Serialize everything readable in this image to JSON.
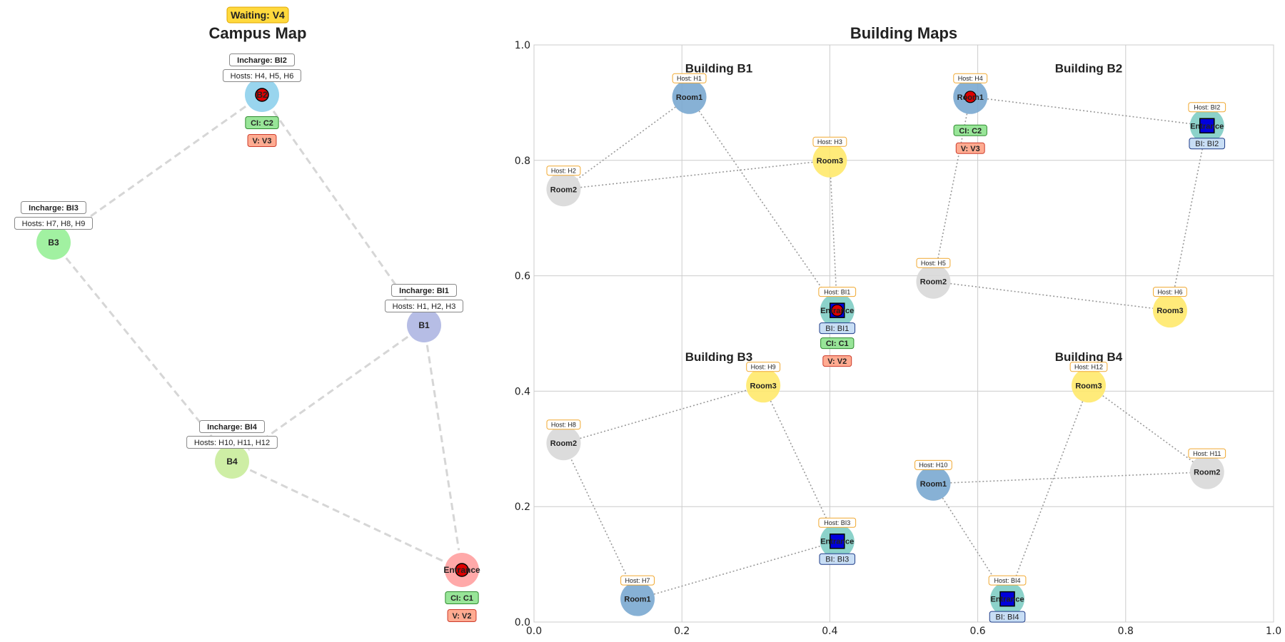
{
  "campus": {
    "title": "Campus Map",
    "waiting_badge": "Waiting: V4",
    "colors": {
      "edge": "#d6d6d6",
      "incharge_border": "#555555",
      "ci_fill": "#98e598",
      "ci_border": "#2e8b2e",
      "v_fill": "#ffab91",
      "v_border": "#cc3b2b",
      "waiting_fill": "#ffd93d",
      "waiting_border": "#e0a800"
    },
    "nodes": [
      {
        "id": "B2",
        "label": "B2",
        "color": "#87ceeb",
        "incharge": "Incharge: BI2",
        "hosts": "Hosts: H4, H5, H6",
        "ci": "CI: C2",
        "v": "V: V3",
        "marker": "red-dot"
      },
      {
        "id": "B3",
        "label": "B3",
        "color": "#90ee90",
        "incharge": "Incharge: BI3",
        "hosts": "Hosts: H7, H8, H9"
      },
      {
        "id": "B1",
        "label": "B1",
        "color": "#a9b1e0",
        "incharge": "Incharge: BI1",
        "hosts": "Hosts: H1, H2, H3"
      },
      {
        "id": "B4",
        "label": "B4",
        "color": "#c5eb95",
        "incharge": "Incharge: BI4",
        "hosts": "Hosts: H10, H11, H12"
      },
      {
        "id": "Entrance",
        "label": "Entrance",
        "color": "#ff9a9a",
        "ci": "CI: C1",
        "v": "V: V2",
        "marker": "red-dot"
      }
    ],
    "edges": [
      [
        "B2",
        "B3"
      ],
      [
        "B2",
        "B1"
      ],
      [
        "B3",
        "B4"
      ],
      [
        "B1",
        "B4"
      ],
      [
        "B1",
        "Entrance"
      ],
      [
        "B4",
        "Entrance"
      ]
    ]
  },
  "buildings": {
    "title": "Building Maps",
    "x_ticks": [
      "0.0",
      "0.2",
      "0.4",
      "0.6",
      "0.8",
      "1.0"
    ],
    "y_ticks": [
      "0.0",
      "0.2",
      "0.4",
      "0.6",
      "0.8",
      "1.0"
    ],
    "xlim": [
      0,
      1
    ],
    "ylim": [
      0,
      1
    ],
    "colors": {
      "room1": "#7aa9d0",
      "room2": "#d8d8d8",
      "room3": "#ffe96b",
      "entrance": "#7fcdc4",
      "host_border": "#f0a830",
      "bi_fill": "#c8def5",
      "bi_border": "#1f3c88",
      "edge": "#999999"
    },
    "buildings": [
      {
        "name": "Building B1",
        "title_pos": [
          0.25,
          0.96
        ],
        "nodes": [
          {
            "label": "Room1",
            "type": "room1",
            "x": 0.21,
            "y": 0.91,
            "host": "Host: H1"
          },
          {
            "label": "Room2",
            "type": "room2",
            "x": 0.04,
            "y": 0.75,
            "host": "Host: H2"
          },
          {
            "label": "Room3",
            "type": "room3",
            "x": 0.4,
            "y": 0.8,
            "host": "Host: H3"
          },
          {
            "label": "Entrance",
            "type": "entrance",
            "x": 0.41,
            "y": 0.54,
            "host": "Host: BI1",
            "bi": "BI: BI1",
            "ci": "CI: C1",
            "v": "V: V2",
            "marker": "blue-red"
          }
        ],
        "edges": [
          [
            0,
            1
          ],
          [
            1,
            2
          ],
          [
            0,
            3
          ],
          [
            2,
            3
          ]
        ]
      },
      {
        "name": "Building B2",
        "title_pos": [
          0.75,
          0.96
        ],
        "nodes": [
          {
            "label": "Room1",
            "type": "room1",
            "x": 0.59,
            "y": 0.91,
            "host": "Host: H4",
            "ci": "CI: C2",
            "v": "V: V3",
            "marker": "red-dot"
          },
          {
            "label": "Room2",
            "type": "room2",
            "x": 0.54,
            "y": 0.59,
            "host": "Host: H5"
          },
          {
            "label": "Room3",
            "type": "room3",
            "x": 0.86,
            "y": 0.54,
            "host": "Host: H6"
          },
          {
            "label": "Entrance",
            "type": "entrance",
            "x": 0.91,
            "y": 0.86,
            "host": "Host: BI2",
            "bi": "BI: BI2",
            "marker": "blue-square"
          }
        ],
        "edges": [
          [
            0,
            3
          ],
          [
            0,
            1
          ],
          [
            1,
            2
          ],
          [
            2,
            3
          ]
        ]
      },
      {
        "name": "Building B3",
        "title_pos": [
          0.25,
          0.46
        ],
        "nodes": [
          {
            "label": "Room1",
            "type": "room1",
            "x": 0.14,
            "y": 0.04,
            "host": "Host: H7"
          },
          {
            "label": "Room2",
            "type": "room2",
            "x": 0.04,
            "y": 0.31,
            "host": "Host: H8"
          },
          {
            "label": "Room3",
            "type": "room3",
            "x": 0.31,
            "y": 0.41,
            "host": "Host: H9"
          },
          {
            "label": "Entrance",
            "type": "entrance",
            "x": 0.41,
            "y": 0.14,
            "host": "Host: BI3",
            "bi": "BI: BI3",
            "marker": "blue-square"
          }
        ],
        "edges": [
          [
            0,
            1
          ],
          [
            1,
            2
          ],
          [
            2,
            3
          ],
          [
            0,
            3
          ]
        ]
      },
      {
        "name": "Building B4",
        "title_pos": [
          0.75,
          0.46
        ],
        "nodes": [
          {
            "label": "Room1",
            "type": "room1",
            "x": 0.54,
            "y": 0.24,
            "host": "Host: H10"
          },
          {
            "label": "Room2",
            "type": "room2",
            "x": 0.91,
            "y": 0.26,
            "host": "Host: H11"
          },
          {
            "label": "Room3",
            "type": "room3",
            "x": 0.75,
            "y": 0.41,
            "host": "Host: H12"
          },
          {
            "label": "Entrance",
            "type": "entrance",
            "x": 0.64,
            "y": 0.04,
            "host": "Host: BI4",
            "bi": "BI: BI4",
            "marker": "blue-square"
          }
        ],
        "edges": [
          [
            0,
            1
          ],
          [
            1,
            2
          ],
          [
            2,
            3
          ],
          [
            0,
            3
          ]
        ]
      }
    ]
  }
}
